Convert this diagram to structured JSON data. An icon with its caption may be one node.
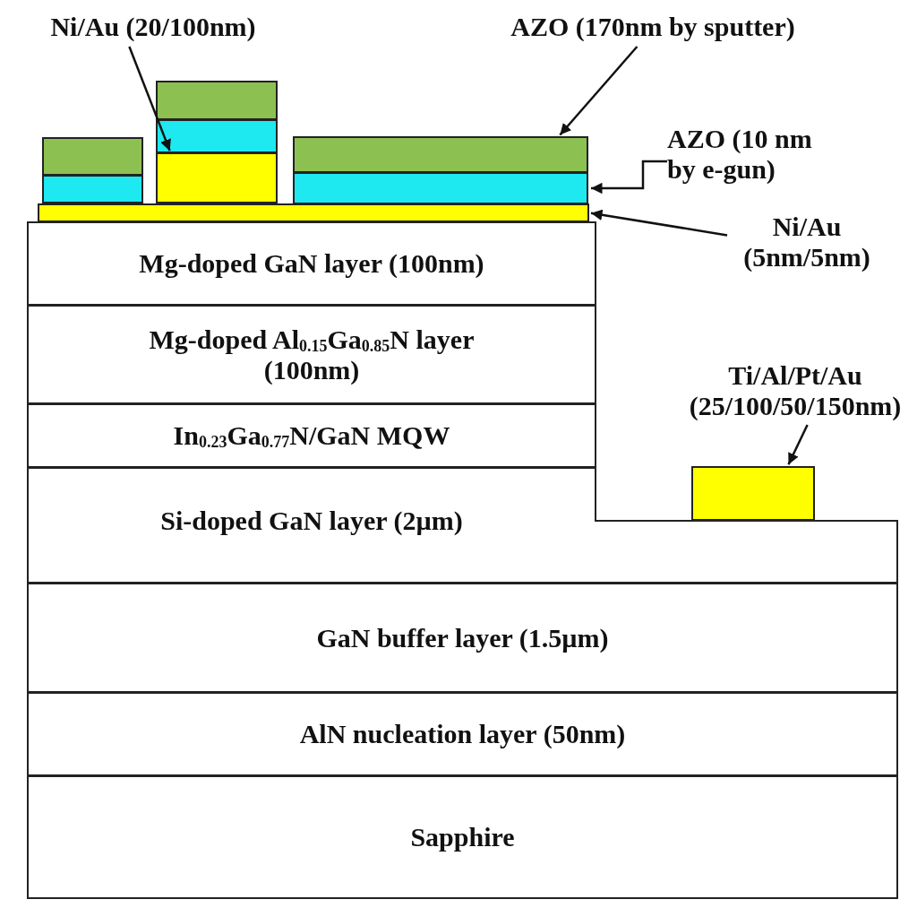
{
  "diagram": {
    "nodes": [
      {
        "text": [
          "Ni/Au (20/100nm)"
        ]
      },
      {
        "text": [
          "AZO (170nm by sputter)"
        ]
      },
      {
        "text": [],
        "shape": "box"
      },
      {
        "text": [],
        "shape": "box"
      },
      {
        "text": [],
        "shape": "box"
      },
      {
        "text": [],
        "shape": "box"
      },
      {
        "text": [
          "AZO (10 nm by e-gun)"
        ]
      },
      {
        "text": [],
        "shape": "box"
      },
      {
        "text": [],
        "shape": "box"
      },
      {
        "text": [],
        "shape": "box"
      },
      {
        "text": [],
        "shape": "box"
      },
      {
        "text": [
          "Ni/Au (5nm/5nm)"
        ]
      },
      {
        "text": [
          "Mg-doped GaN layer (100nm)"
        ]
      },
      {
        "text": [
          "Mg-doped Al$_{0.15}$Ga$_{0.85}$N layer (100nm)"
        ]
      },
      {
        "text": [
          "Ti/Al/Pt/Au (25/100/50/150nm)"
        ]
      },
      {
        "text": [
          "In$_{0.23}$Ga$_{0.77}$N/GaN MQW"
        ]
      },
      {
        "text": [],
        "shape": "box"
      },
      {
        "text": [
          "Si-doped GaN layer (2µm)"
        ]
      },
      {
        "text": [
          "GaN buffer layer (1.5µm)"
        ]
      },
      {
        "text": [
          "AlN nucleation layer (50nm)"
        ]
      },
      {
        "text": [
          "Sapphire"
        ]
      }
    ],
    "edges": [
      {
        "from": 0,
        "to": 8,
        "arrow": "to"
      },
      {
        "from": 1,
        "to": 5,
        "arrow": "to"
      },
      {
        "from": 6,
        "to": 9,
        "arrow": "to"
      },
      {
        "from": 11,
        "to": 10,
        "arrow": "to"
      },
      {
        "from": 14,
        "to": 16,
        "arrow": "to"
      }
    ]
  }
}
